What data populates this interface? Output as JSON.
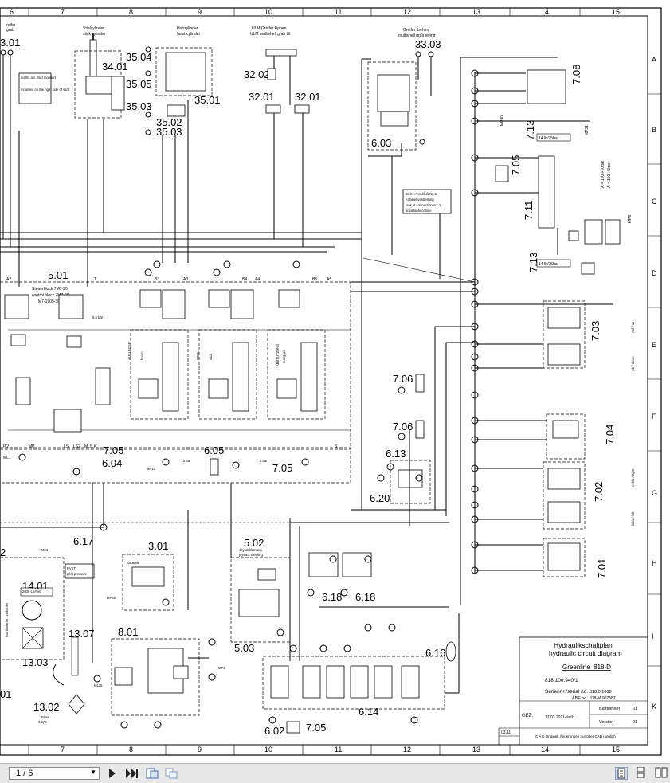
{
  "sheet": {
    "columns": [
      "7",
      "8",
      "9",
      "10",
      "11",
      "12",
      "13",
      "14",
      "15"
    ],
    "rows": [
      "A",
      "B",
      "C",
      "D",
      "E",
      "F",
      "G",
      "H",
      "I",
      "K"
    ],
    "top_left_col": "6"
  },
  "cylinders": {
    "left_partial_a": "reifer",
    "left_partial_b": "grab",
    "stick_de": "Stielzylinder",
    "stick_en": "stick cylinder",
    "hoist_de": "Hubzylinder",
    "hoist_en": "hoist cylinder",
    "ulm_de": "ULM Greifer kippen",
    "ulm_en": "ULM multishell grab tilt",
    "swing_de": "Greifer drehen",
    "swing_en": "multishell grab swing"
  },
  "labels": {
    "l3401": "34.01",
    "l3504": "35.04",
    "l3505": "35.05",
    "l3503a": "35.03",
    "l3502": "35.02",
    "l3503b": "35.03",
    "l3501": "35.01",
    "l3202": "32.02",
    "l3201a": "32.01",
    "l3201b": "32.01",
    "l3303": "33.03",
    "l301": "3.01",
    "l603": "6.03",
    "l708": "7.08",
    "l705a": "7.05",
    "l711": "7.11",
    "l713a": "7.13",
    "l713b": "7.13",
    "l501": "5.01",
    "l706a": "7.06",
    "l706b": "7.06",
    "l703": "7.03",
    "l704": "7.04",
    "l613": "6.13",
    "l620": "6.20",
    "l702": "7.02",
    "l701": "7.01",
    "l705b": "7.05",
    "l604": "6.04",
    "l605": "6.05",
    "l705c": "7.05",
    "l617": "6.17",
    "l1401": "14.01",
    "l1307": "13.07",
    "l1303": "13.03",
    "l1302": "13.02",
    "l801": "8.01",
    "l3001": "3.01",
    "l502": "5.02",
    "l503": "5.03",
    "l618a": "6.18",
    "l618b": "6.18",
    "l616": "6.16",
    "l614": "6.14",
    "l602": "6.02",
    "l705d": "7.05",
    "l2": "2",
    "l01": "01"
  },
  "texts": {
    "right_side_de": "rechts am Stiel montiert",
    "right_side_en": "mounted on the right side of stick",
    "control_block_de": "Steuerblock 7M7-20",
    "control_block_en": "control block 7M7-20",
    "control_block_no": "M7-1905-30",
    "ausleger": "AUSLEGER",
    "ausleger_en": "boom",
    "stiel": "STIEL",
    "stiel_en": "stick",
    "abstuetzung": "ABSTÜTZUNG",
    "abstuetzung_en": "outrigger",
    "connection_note_1": "Siehe Anschluß Nr. 1",
    "connection_note_2": "Kabinenverstellung",
    "connection_note_3": "look at connection no. 1",
    "connection_note_4": "adjustable cabine",
    "flow_a": "14 ltr/75bar",
    "flow_b": "14 ltr/75bar",
    "pressure_a": "A = 120 +10bar",
    "pressure_b": "A = 150 +5bar",
    "pilot_pressure": "pilot pressure",
    "pvst": "PVST",
    "glb": "GLB/95",
    "joystick_de": "Joystickkonung",
    "joystick_en": "joystick steering",
    "filter_de": "Filter",
    "filter_val": "0.5ƒ5",
    "flow_2000": "2000 Ltr/min",
    "cooler_de": "Kombinierter Luftkühler",
    "p55": "5.5 bar",
    "bar5a": "5 bar",
    "bar5b": "5 bar",
    "ml1": "ML1",
    "ml3": "ML3",
    "ml25": "ML25",
    "mp4": "MP4",
    "mp10": "MP10",
    "mp35": "MP35",
    "mp30": "MP30",
    "mp31": "MP31",
    "mp6": "MP6",
    "port_a2": "A2",
    "port_b3": "B3",
    "port_a3": "A3",
    "port_b4": "B4",
    "port_a4": "A4",
    "port_b5": "B5",
    "port_a5": "A5",
    "port_t": "T",
    "port_p2": "P'2",
    "port_mp": "MP",
    "port_ls": "LS",
    "port_ls2": "LS2",
    "port_ml5": "ML5",
    "port_k": "K",
    "port_s": "S",
    "dir_right": "rechts / right",
    "dir_left": "links / left",
    "cabin_up": "Auf / up",
    "cabin_down": "Ab / down"
  },
  "title_block": {
    "title_de": "Hydraulikschaltplan",
    "title_en": "hydraulic circuit diagram",
    "model": "Greenline_818-D",
    "drawing_no": "818.100.940/1",
    "serial_label": "Seriennr./serial no.",
    "serial_value": "818.0.1068",
    "abf_label": "ABF no.",
    "abf_value": "818-M-907387",
    "gez": "GEZ.",
    "gez_value": "17.03.2011-risch",
    "sheet_label": "Blatt/sheet",
    "sheet_value": "01",
    "of_label": "Version",
    "of_value": "01",
    "rev": "03.11",
    "cad_note": "C A D Original. Änderungen nur über CAD möglich"
  },
  "viewer": {
    "page_indicator": "1 / 6",
    "next": "▶",
    "last": "⏭",
    "icon_names": [
      "page-select-caret-icon",
      "next-page-icon",
      "last-page-icon",
      "fit-page-icon",
      "fit-width-icon",
      "single-page-icon",
      "continuous-icon",
      "two-page-icon"
    ]
  }
}
